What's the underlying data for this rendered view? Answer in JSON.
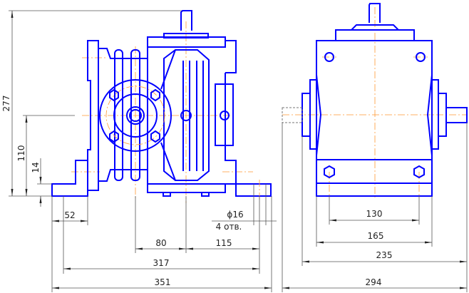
{
  "drawing": {
    "colors": {
      "outline": "#0000ff",
      "centerline": "#ff9933",
      "dimension": "#555555"
    },
    "front_view": {
      "dimensions": {
        "overall_height": "277",
        "shaft_axis_height": "110",
        "foot_thickness": "14",
        "foot_width": "52",
        "hole_diameter": "ϕ16",
        "hole_count": "4 отв.",
        "axis_to_output": "80",
        "output_to_hole": "115",
        "hole_spacing": "317",
        "overall_length": "351"
      }
    },
    "side_view": {
      "dimensions": {
        "hole_spacing": "130",
        "base_width": "165",
        "shaft_span": "235",
        "overall_width": "294"
      }
    }
  }
}
